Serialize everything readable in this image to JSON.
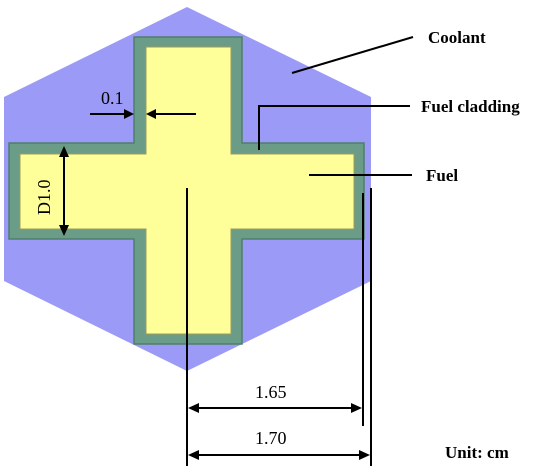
{
  "labels": {
    "coolant": "Coolant",
    "fuel_cladding": "Fuel cladding",
    "fuel": "Fuel",
    "unit": "Unit: cm"
  },
  "dimensions": {
    "cladding_thickness": "0.1",
    "arm_width": "D1.0",
    "inner_half_span": "1.65",
    "outer_half_span": "1.70"
  },
  "colors": {
    "coolant": "#9b9bf7",
    "cladding": "#6b9c87",
    "cladding_edge": "#4e7f6c",
    "fuel": "#ffff9a",
    "fuel_edge": "#9c9c5a"
  }
}
